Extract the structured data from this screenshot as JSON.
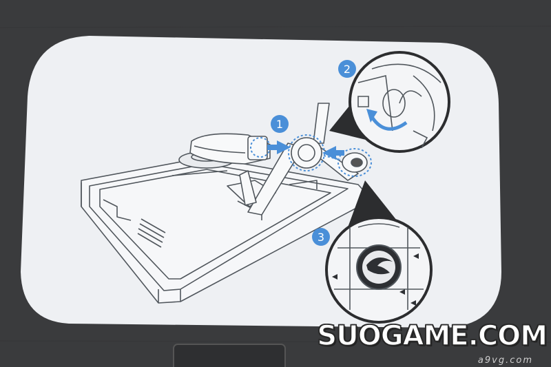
{
  "steps": [
    "1",
    "2",
    "3"
  ],
  "watermark": {
    "main": "SUOGAME.COM",
    "sub": "a9vg.com"
  },
  "colors": {
    "background": "#3a3b3d",
    "card": "#eef0f3",
    "line": "#555a60",
    "accent_blue": "#4a8fd8"
  }
}
